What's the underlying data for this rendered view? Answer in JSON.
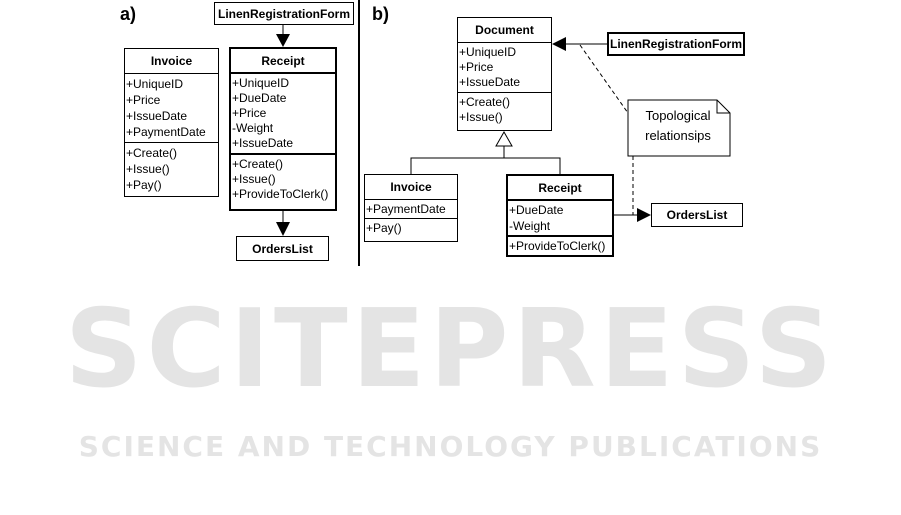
{
  "watermark": {
    "main": "SCITEPRESS",
    "sub": "SCIENCE AND TECHNOLOGY PUBLICATIONS"
  },
  "panel_a": {
    "label": "a)",
    "linen": "LinenRegistrationForm",
    "invoice": {
      "title": "Invoice",
      "attributes": [
        "+UniqueID",
        "+Price",
        "+IssueDate",
        "+PaymentDate"
      ],
      "methods": [
        "+Create()",
        "+Issue()",
        "+Pay()"
      ]
    },
    "receipt": {
      "title": "Receipt",
      "attributes": [
        "+UniqueID",
        "+DueDate",
        "+Price",
        "-Weight",
        "+IssueDate"
      ],
      "methods": [
        "+Create()",
        "+Issue()",
        "+ProvideToClerk()"
      ]
    },
    "orders": "OrdersList"
  },
  "panel_b": {
    "label": "b)",
    "document": {
      "title": "Document",
      "attributes": [
        "+UniqueID",
        "+Price",
        "+IssueDate"
      ],
      "methods": [
        "+Create()",
        "+Issue()"
      ]
    },
    "linen": "LinenRegistrationForm",
    "invoice": {
      "title": "Invoice",
      "attributes": [
        "+PaymentDate"
      ],
      "methods": [
        "+Pay()"
      ]
    },
    "receipt": {
      "title": "Receipt",
      "attributes": [
        "+DueDate",
        "-Weight"
      ],
      "methods": [
        "+ProvideToClerk()"
      ]
    },
    "orders": "OrdersList",
    "note": [
      "Topological",
      "relationsips"
    ]
  }
}
